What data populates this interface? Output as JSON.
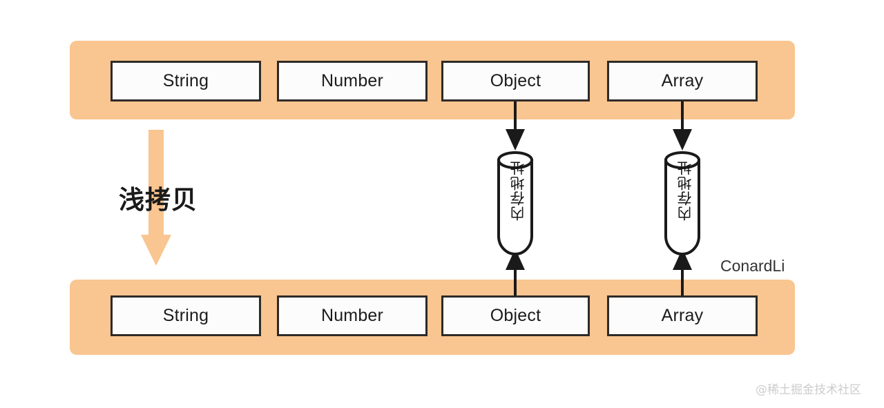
{
  "diagram": {
    "title": "浅拷贝",
    "shallow_copy_label": "浅拷贝",
    "colors": {
      "band": "#F9C590",
      "box_border": "#2E2A27",
      "box_fill": "#FCFCFC",
      "arrow": "#1A1A1A",
      "shallow_arrow": "#F9C590",
      "background": "#FFFFFF"
    },
    "source_row": {
      "name": "original-object",
      "boxes": [
        {
          "label": "String",
          "has_reference": false
        },
        {
          "label": "Number",
          "has_reference": false
        },
        {
          "label": "Object",
          "has_reference": true
        },
        {
          "label": "Array",
          "has_reference": true
        }
      ]
    },
    "copy_row": {
      "name": "copied-object",
      "boxes": [
        {
          "label": "String",
          "has_reference": false
        },
        {
          "label": "Number",
          "has_reference": false
        },
        {
          "label": "Object",
          "has_reference": true
        },
        {
          "label": "Array",
          "has_reference": true
        }
      ]
    },
    "memory_cells": [
      {
        "label": "内存地址",
        "for": "Object"
      },
      {
        "label": "内存地址",
        "for": "Array"
      }
    ]
  },
  "watermarks": {
    "author": "ConardLi",
    "site": "@稀土掘金技术社区"
  }
}
